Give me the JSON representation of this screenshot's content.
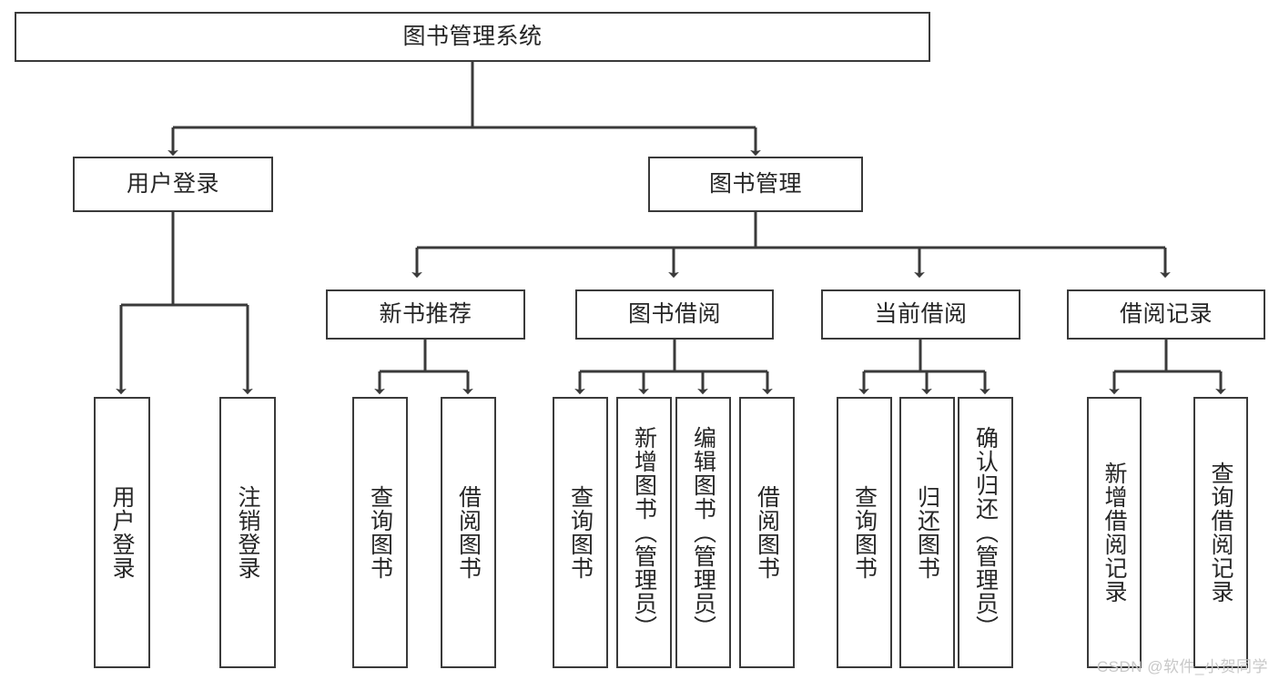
{
  "diagram": {
    "type": "hierarchy-tree",
    "title": "图书管理系统",
    "watermark": "CSDN @软件_小贺同学",
    "colors": {
      "background": "#ffffff",
      "border": "#3a3a3a",
      "text": "#262626",
      "connector": "#3a3a3a",
      "watermark": "#c8c8c8"
    },
    "levels": [
      {
        "level": 1,
        "nodes": [
          {
            "id": "root",
            "label": "图书管理系统",
            "orientation": "horizontal"
          }
        ]
      },
      {
        "level": 2,
        "nodes": [
          {
            "id": "user-login",
            "label": "用户登录",
            "orientation": "horizontal",
            "parent": "root"
          },
          {
            "id": "book-manage",
            "label": "图书管理",
            "orientation": "horizontal",
            "parent": "root"
          }
        ]
      },
      {
        "level": 3,
        "nodes": [
          {
            "id": "new-book-recommend",
            "label": "新书推荐",
            "orientation": "horizontal",
            "parent": "book-manage"
          },
          {
            "id": "book-borrow",
            "label": "图书借阅",
            "orientation": "horizontal",
            "parent": "book-manage"
          },
          {
            "id": "current-borrow",
            "label": "当前借阅",
            "orientation": "horizontal",
            "parent": "book-manage"
          },
          {
            "id": "borrow-record",
            "label": "借阅记录",
            "orientation": "horizontal",
            "parent": "book-manage"
          }
        ]
      },
      {
        "level": 4,
        "nodes": [
          {
            "id": "leaf-user-login",
            "label": "用户登录",
            "orientation": "vertical",
            "parent": "user-login"
          },
          {
            "id": "leaf-logout-login",
            "label": "注销登录",
            "orientation": "vertical",
            "parent": "user-login"
          },
          {
            "id": "leaf-query-book-1",
            "label": "查询图书",
            "orientation": "vertical",
            "parent": "new-book-recommend"
          },
          {
            "id": "leaf-borrow-book-1",
            "label": "借阅图书",
            "orientation": "vertical",
            "parent": "new-book-recommend"
          },
          {
            "id": "leaf-query-book-2",
            "label": "查询图书",
            "orientation": "vertical",
            "parent": "book-borrow"
          },
          {
            "id": "leaf-add-book-admin",
            "label": "新增图书（管理员）",
            "orientation": "vertical",
            "parent": "book-borrow"
          },
          {
            "id": "leaf-edit-book-admin",
            "label": "编辑图书（管理员）",
            "orientation": "vertical",
            "parent": "book-borrow"
          },
          {
            "id": "leaf-borrow-book-2",
            "label": "借阅图书",
            "orientation": "vertical",
            "parent": "book-borrow"
          },
          {
            "id": "leaf-query-book-3",
            "label": "查询图书",
            "orientation": "vertical",
            "parent": "current-borrow"
          },
          {
            "id": "leaf-return-book",
            "label": "归还图书",
            "orientation": "vertical",
            "parent": "current-borrow"
          },
          {
            "id": "leaf-confirm-return-admin",
            "label": "确认归还（管理员）",
            "orientation": "vertical",
            "parent": "current-borrow"
          },
          {
            "id": "leaf-add-borrow-record",
            "label": "新增借阅记录",
            "orientation": "vertical",
            "parent": "borrow-record"
          },
          {
            "id": "leaf-query-borrow-record",
            "label": "查询借阅记录",
            "orientation": "vertical",
            "parent": "borrow-record"
          }
        ]
      }
    ]
  }
}
